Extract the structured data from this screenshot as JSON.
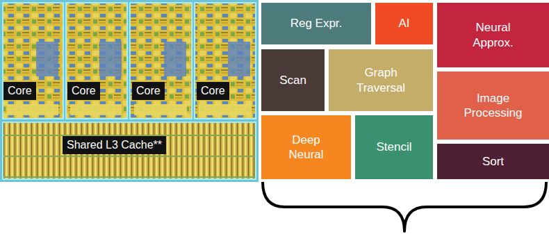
{
  "diagram": {
    "nodes": [
      {
        "text": [
          "Core"
        ]
      },
      {
        "text": [
          "Core"
        ]
      },
      {
        "text": [
          "Core"
        ]
      },
      {
        "text": [
          "Core"
        ]
      },
      {
        "text": [
          "Shared L3 Cache**"
        ]
      },
      {
        "text": [
          "Reg Expr."
        ]
      },
      {
        "text": [
          "AI"
        ]
      },
      {
        "text": [
          "Neural Approx."
        ]
      },
      {
        "text": [
          "Scan"
        ]
      },
      {
        "text": [
          "Graph Traversal"
        ]
      },
      {
        "text": [
          "Image Processing"
        ]
      },
      {
        "text": [
          "Deep Neural"
        ]
      },
      {
        "text": [
          "Stencil"
        ]
      },
      {
        "text": [
          "Sort"
        ]
      }
    ]
  }
}
